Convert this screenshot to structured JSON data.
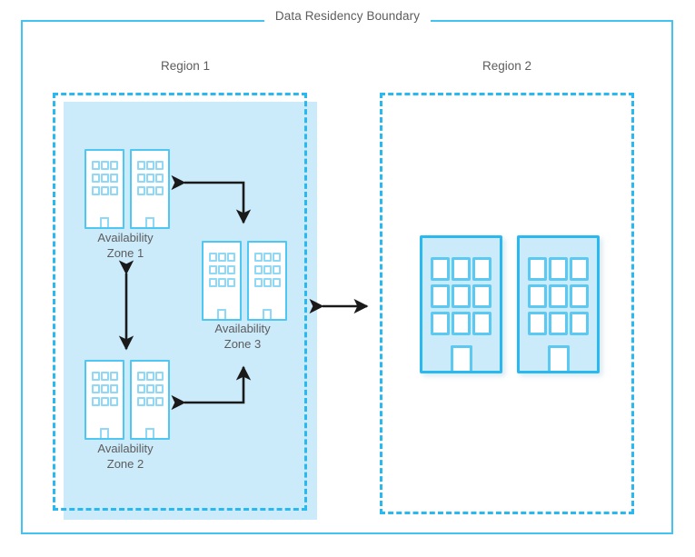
{
  "diagram": {
    "title": "Data Residency Boundary",
    "accent_color": "#43c3f2",
    "fill_color": "#cbeafa",
    "dash_color": "#29b8f0",
    "text_color": "#5d5d5d",
    "arrow_color": "#1a1a1a"
  },
  "regions": [
    {
      "id": "region-1",
      "label": "Region 1",
      "style": "filled",
      "zones": [
        {
          "id": "az-1",
          "label_line1": "Availability",
          "label_line2": "Zone 1",
          "buildings": 2
        },
        {
          "id": "az-3",
          "label_line1": "Availability",
          "label_line2": "Zone 3",
          "buildings": 2
        },
        {
          "id": "az-2",
          "label_line1": "Availability",
          "label_line2": "Zone 2",
          "buildings": 2
        }
      ]
    },
    {
      "id": "region-2",
      "label": "Region 2",
      "style": "empty",
      "zones": [],
      "buildings": 2
    }
  ],
  "connectors": [
    {
      "id": "az3-to-az1",
      "shape": "elbow",
      "heads": [
        "left",
        "down"
      ],
      "from": "az-3",
      "to": "az-1"
    },
    {
      "id": "az1-az2",
      "shape": "vertical",
      "heads": [
        "up",
        "down"
      ],
      "from": "az-1",
      "to": "az-2"
    },
    {
      "id": "az2-to-az3",
      "shape": "elbow",
      "heads": [
        "left",
        "up"
      ],
      "from": "az-2",
      "to": "az-3"
    },
    {
      "id": "region1-region2",
      "shape": "horizontal",
      "heads": [
        "left",
        "right"
      ],
      "from": "region-1",
      "to": "region-2"
    }
  ],
  "icons": {
    "building": "building-icon",
    "arrow": "arrow-icon"
  }
}
